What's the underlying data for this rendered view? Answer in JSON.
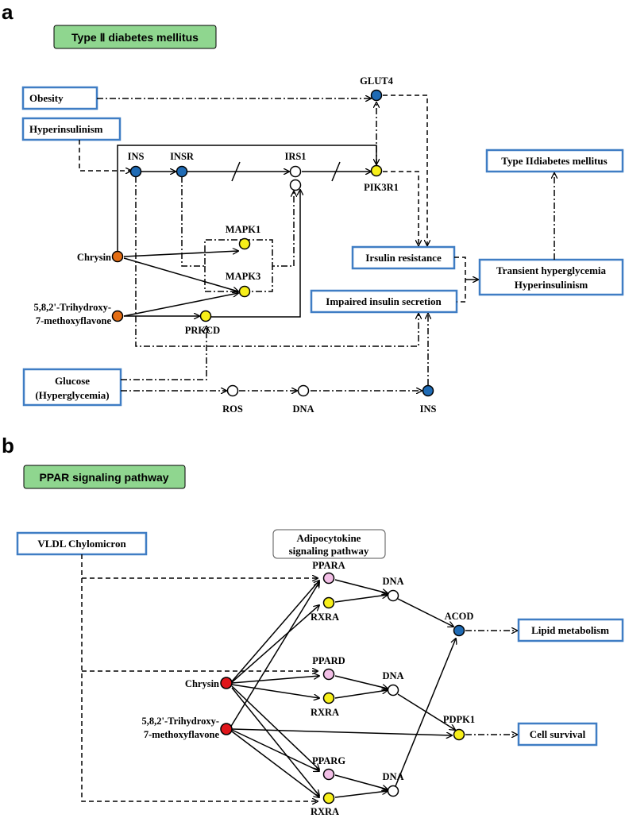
{
  "panel_a": {
    "letter": "a",
    "title": "Type Ⅱ diabetes mellitus",
    "boxes": {
      "obesity": "Obesity",
      "hyperinsulinism": "Hyperinsulinism",
      "t2dm": "Type IIdiabetes mellitus",
      "irsulin_resistance": "Irsulin resistance",
      "impaired": "Impaired insulin secretion",
      "transient_1": "Transient hyperglycemia",
      "transient_2": "Hyperinsulinism",
      "glucose_1": "Glucose",
      "glucose_2": "(Hyperglycemia)"
    },
    "nodes": {
      "glut4": "GLUT4",
      "ins": "INS",
      "insr": "INSR",
      "irs1": "IRS1",
      "pik3r1": "PIK3R1",
      "mapk1": "MAPK1",
      "mapk3": "MAPK3",
      "prkcd": "PRKCD",
      "chrysin": "Chrysin",
      "thmf_1": "5,8,2'-Trihydroxy-",
      "thmf_2": "7-methoxyflavone",
      "ros": "ROS",
      "dna": "DNA",
      "ins2": "INS"
    }
  },
  "panel_b": {
    "letter": "b",
    "title": "PPAR signaling pathway",
    "boxes": {
      "vldl": "VLDL Chylomicron",
      "adipo_1": "Adipocytokine",
      "adipo_2": "signaling pathway",
      "lipid": "Lipid metabolism",
      "survival": "Cell survival"
    },
    "nodes": {
      "ppara": "PPARA",
      "rxra1": "RXRA",
      "ppard": "PPARD",
      "rxra2": "RXRA",
      "pparg": "PPARG",
      "rxra3": "RXRA",
      "dna1": "DNA",
      "dna2": "DNA",
      "dna3": "DNA",
      "acod": "ACOD",
      "pdpk1": "PDPK1",
      "chrysin": "Chrysin",
      "thmf_1": "5,8,2'-Trihydroxy-",
      "thmf_2": "7-methoxyflavone"
    }
  },
  "colors": {
    "box_border": "#3f7dc4",
    "title_fill": "#8fd68f",
    "blue_node": "#1f6bb5",
    "yellow_node": "#f7ef1a",
    "orange_node": "#e46d13",
    "red_node": "#e0161b",
    "pink_node": "#f2bfe6",
    "white_node": "#ffffff"
  }
}
